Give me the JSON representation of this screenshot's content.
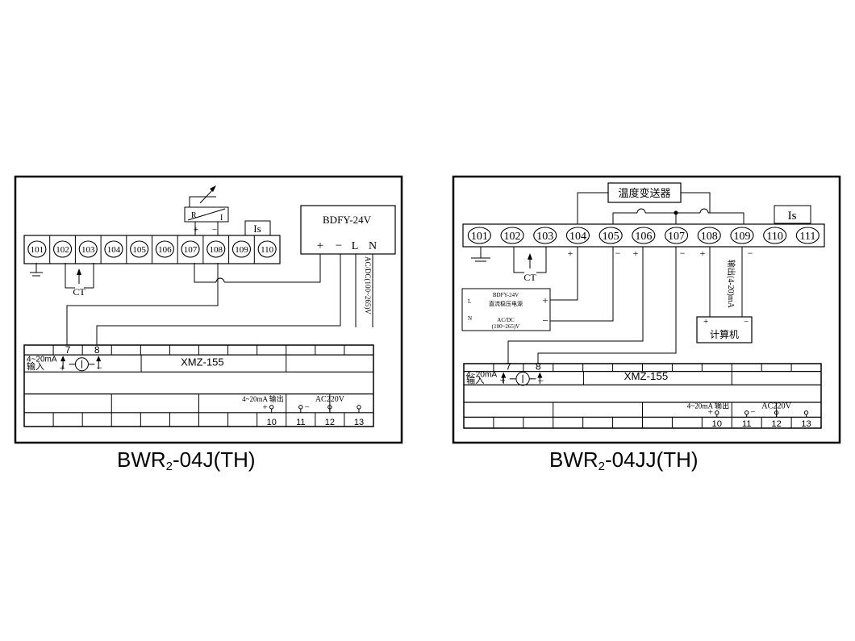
{
  "diagrams": [
    {
      "caption_main": "BWR",
      "caption_sub": "2",
      "caption_rest": "-04J(TH)",
      "terminals": [
        "101",
        "102",
        "103",
        "104",
        "105",
        "106",
        "107",
        "108",
        "109",
        "110"
      ],
      "is_label": "Is",
      "ct_label": "CT",
      "rheostat_r": "R",
      "rheostat_i": "I",
      "plus": "+",
      "minus": "−",
      "power_label": "BDFY-24V",
      "power_plus": "+",
      "power_minus": "−",
      "power_l": "L",
      "power_n": "N",
      "supply_label": "AC/DC(100~265)V",
      "meter": {
        "top_terms": [
          "7",
          "8"
        ],
        "input_label_1": "4~20mA",
        "input_label_2": "输入",
        "model": "XMZ-155",
        "output_label": "4~20mA 输出",
        "ac_label": "AC220V",
        "bottom_terms": [
          "10",
          "11",
          "12",
          "13"
        ]
      }
    },
    {
      "caption_main": "BWR",
      "caption_sub": "2",
      "caption_rest": "-04JJ(TH)",
      "terminals": [
        "101",
        "102",
        "103",
        "104",
        "105",
        "106",
        "107",
        "108",
        "109",
        "110",
        "111"
      ],
      "is_label": "Is",
      "ct_label": "CT",
      "transmitter_label": "温度变送器",
      "plus": "+",
      "minus": "−",
      "power_box": {
        "l1": "BDFY-24V",
        "l2": "直流稳压电源",
        "l3": "AC/DC",
        "l4": "(100~265)V",
        "term_l": "L",
        "term_n": "N",
        "plus": "+",
        "minus": "−"
      },
      "output_vertical": "输出(4-20)mA",
      "computer_label": "计算机",
      "meter": {
        "top_terms": [
          "7",
          "8"
        ],
        "input_label_1": "4~20mA",
        "input_label_2": "输入",
        "model": "XMZ-155",
        "output_label": "4~20mA 输出",
        "ac_label": "AC220V",
        "bottom_terms": [
          "10",
          "11",
          "12",
          "13"
        ]
      }
    }
  ]
}
